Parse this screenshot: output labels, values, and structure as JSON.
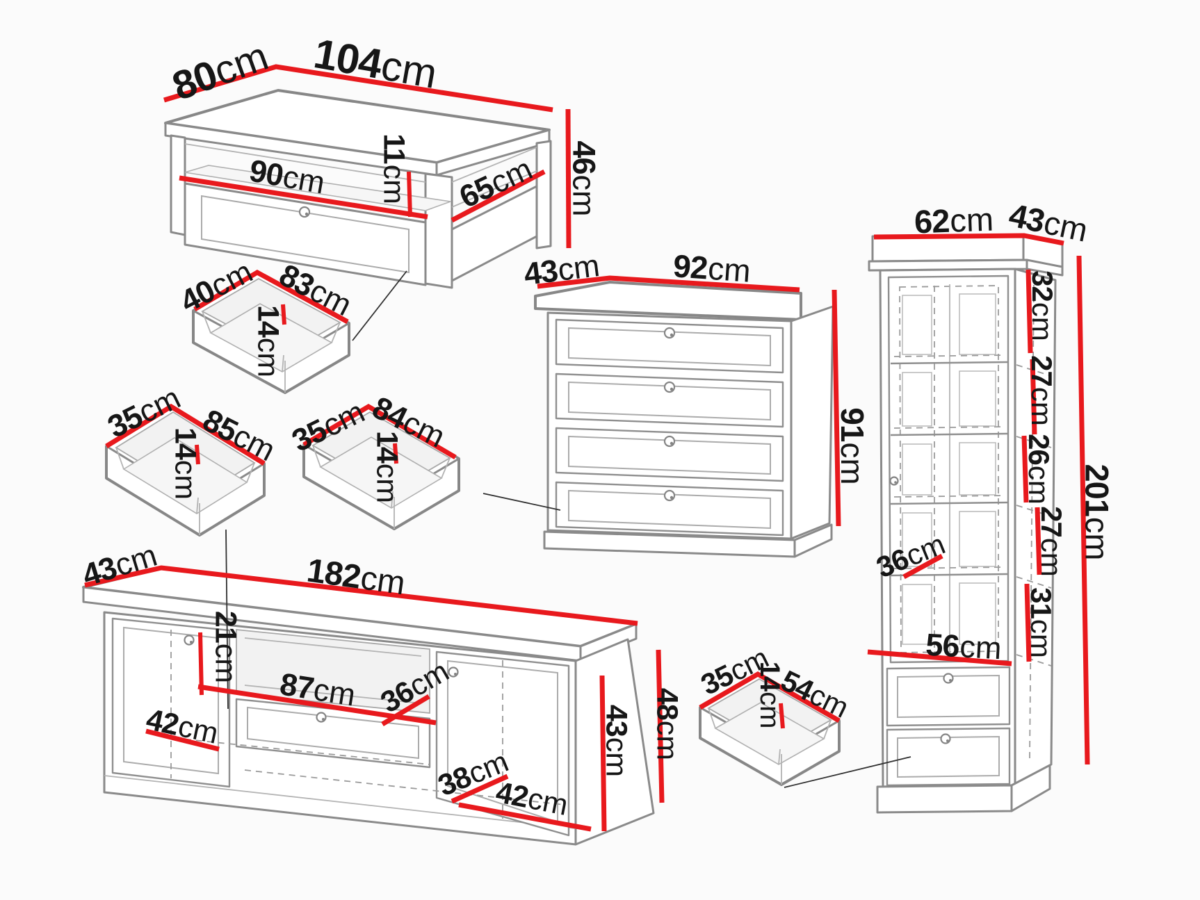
{
  "unit": "cm",
  "colors": {
    "dimension_red": "#e8191d",
    "outline_gray": "#878787",
    "text_dark": "#161616",
    "background": "#fbfbfb"
  },
  "furniture": {
    "coffee_table": {
      "dims": {
        "depth": {
          "value": "80",
          "unit": "cm"
        },
        "width": {
          "value": "104",
          "unit": "cm"
        },
        "height": {
          "value": "46",
          "unit": "cm"
        },
        "drawer_width": {
          "value": "90",
          "unit": "cm"
        },
        "niche_height": {
          "value": "11",
          "unit": "cm"
        },
        "side_depth": {
          "value": "65",
          "unit": "cm"
        }
      }
    },
    "drawer_a": {
      "dims": {
        "depth": {
          "value": "40",
          "unit": "cm"
        },
        "width": {
          "value": "83",
          "unit": "cm"
        },
        "height": {
          "value": "14",
          "unit": "cm"
        }
      }
    },
    "drawer_b": {
      "dims": {
        "depth": {
          "value": "35",
          "unit": "cm"
        },
        "width": {
          "value": "85",
          "unit": "cm"
        },
        "height": {
          "value": "14",
          "unit": "cm"
        }
      }
    },
    "drawer_c": {
      "dims": {
        "depth": {
          "value": "35",
          "unit": "cm"
        },
        "width": {
          "value": "84",
          "unit": "cm"
        },
        "height": {
          "value": "14",
          "unit": "cm"
        }
      }
    },
    "chest": {
      "dims": {
        "depth": {
          "value": "43",
          "unit": "cm"
        },
        "width": {
          "value": "92",
          "unit": "cm"
        },
        "height": {
          "value": "91",
          "unit": "cm"
        }
      }
    },
    "tv_stand": {
      "dims": {
        "depth": {
          "value": "43",
          "unit": "cm"
        },
        "width": {
          "value": "182",
          "unit": "cm"
        },
        "niche_height": {
          "value": "21",
          "unit": "cm"
        },
        "niche_width": {
          "value": "87",
          "unit": "cm"
        },
        "niche_depth": {
          "value": "36",
          "unit": "cm"
        },
        "left_door_width": {
          "value": "42",
          "unit": "cm"
        },
        "right_compartment_depth": {
          "value": "38",
          "unit": "cm"
        },
        "right_door_width": {
          "value": "42",
          "unit": "cm"
        },
        "side_height": {
          "value": "43",
          "unit": "cm"
        },
        "total_height": {
          "value": "48",
          "unit": "cm"
        }
      }
    },
    "drawer_d": {
      "dims": {
        "depth": {
          "value": "35",
          "unit": "cm"
        },
        "width": {
          "value": "54",
          "unit": "cm"
        },
        "height": {
          "value": "14",
          "unit": "cm"
        }
      }
    },
    "bookcase": {
      "dims": {
        "width": {
          "value": "62",
          "unit": "cm"
        },
        "depth": {
          "value": "43",
          "unit": "cm"
        },
        "compartment_1": {
          "value": "32",
          "unit": "cm"
        },
        "compartment_2": {
          "value": "27",
          "unit": "cm"
        },
        "compartment_3": {
          "value": "26",
          "unit": "cm"
        },
        "compartment_4": {
          "value": "27",
          "unit": "cm"
        },
        "compartment_5": {
          "value": "31",
          "unit": "cm"
        },
        "total_height": {
          "value": "201",
          "unit": "cm"
        },
        "shelf_depth": {
          "value": "36",
          "unit": "cm"
        },
        "shelf_width": {
          "value": "56",
          "unit": "cm"
        }
      }
    }
  }
}
